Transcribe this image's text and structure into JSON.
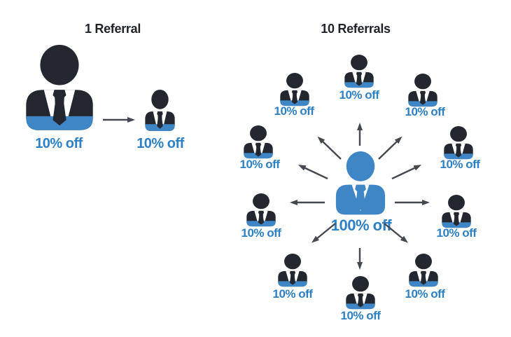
{
  "colors": {
    "dark": "#232830",
    "blue": "#3E86C6",
    "label_blue": "#2E80C5",
    "title": "#20242A",
    "arrow": "#45494F",
    "white": "#FFFFFF",
    "background": "#FFFFFF"
  },
  "left_panel": {
    "title": "1 Referral",
    "referrer": {
      "label": "10% off"
    },
    "referred": {
      "label": "10% off"
    }
  },
  "right_panel": {
    "title": "10 Referrals",
    "center": {
      "label": "100% off"
    },
    "referrals": [
      {
        "label": "10% off"
      },
      {
        "label": "10% off"
      },
      {
        "label": "10% off"
      },
      {
        "label": "10% off"
      },
      {
        "label": "10% off"
      },
      {
        "label": "10% off"
      },
      {
        "label": "10% off"
      },
      {
        "label": "10% off"
      },
      {
        "label": "10% off"
      },
      {
        "label": "10% off"
      }
    ]
  }
}
